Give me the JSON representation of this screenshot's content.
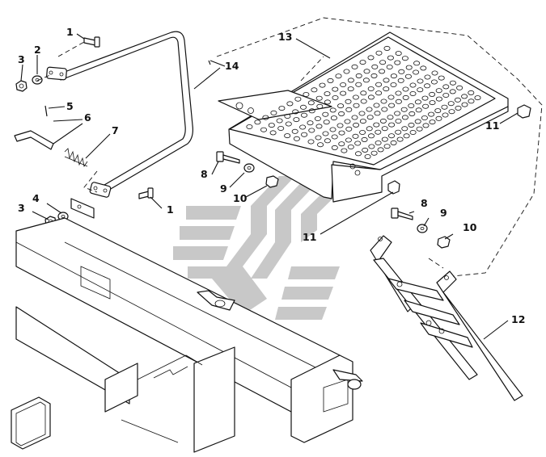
{
  "figure": {
    "type": "exploded parts diagram",
    "subject": "step / handrail assembly",
    "callouts": [
      {
        "id": "c1a",
        "label": "1"
      },
      {
        "id": "c2",
        "label": "2"
      },
      {
        "id": "c3a",
        "label": "3"
      },
      {
        "id": "c5",
        "label": "5"
      },
      {
        "id": "c6",
        "label": "6"
      },
      {
        "id": "c7",
        "label": "7"
      },
      {
        "id": "c14",
        "label": "14"
      },
      {
        "id": "c13",
        "label": "13"
      },
      {
        "id": "c11a",
        "label": "11"
      },
      {
        "id": "c8a",
        "label": "8"
      },
      {
        "id": "c9a",
        "label": "9"
      },
      {
        "id": "c10a",
        "label": "10"
      },
      {
        "id": "c4",
        "label": "4"
      },
      {
        "id": "c3b",
        "label": "3"
      },
      {
        "id": "c1b",
        "label": "1"
      },
      {
        "id": "c11b",
        "label": "11"
      },
      {
        "id": "c8b",
        "label": "8"
      },
      {
        "id": "c9b",
        "label": "9"
      },
      {
        "id": "c10b",
        "label": "10"
      },
      {
        "id": "c12",
        "label": "12"
      }
    ]
  }
}
